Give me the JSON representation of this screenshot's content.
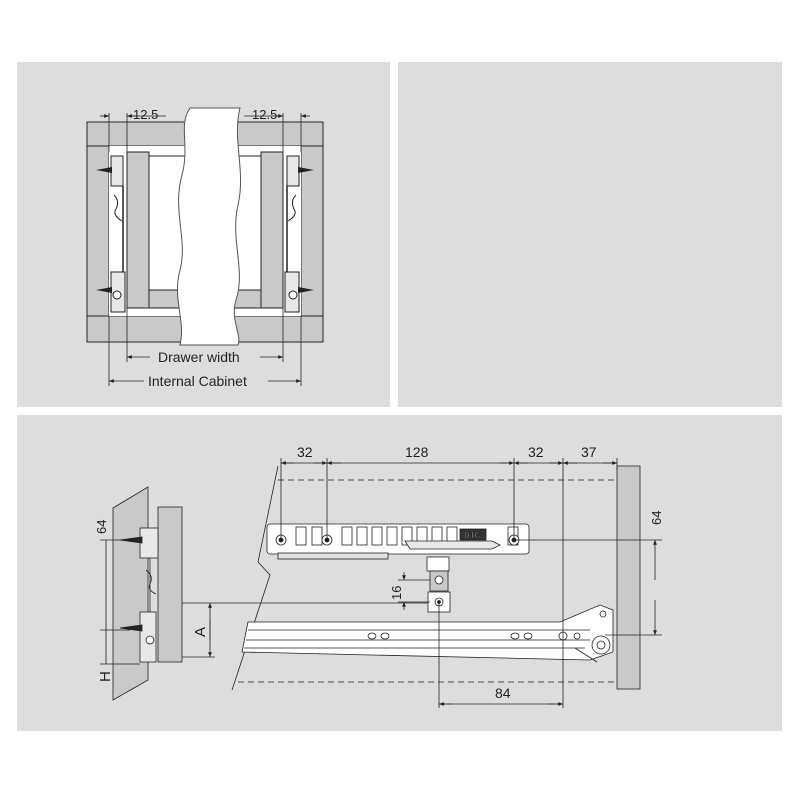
{
  "colors": {
    "panel_bg": "#dddddd",
    "cabinet_gray": "#c9c9c9",
    "line": "#222222",
    "drawer_white": "#ffffff"
  },
  "front_view": {
    "left_gap": "12.5",
    "right_gap": "12.5",
    "drawer_width_label": "Drawer width",
    "internal_cabinet_label": "Internal Cabinet"
  },
  "side_view": {
    "dim_32_left": "32",
    "dim_128": "128",
    "dim_32_right": "32",
    "dim_37": "37",
    "dim_64_right": "64",
    "dim_64_left": "64",
    "dim_16": "16",
    "dim_84": "84",
    "label_A": "A",
    "label_H": "H",
    "brand": "DTC"
  }
}
